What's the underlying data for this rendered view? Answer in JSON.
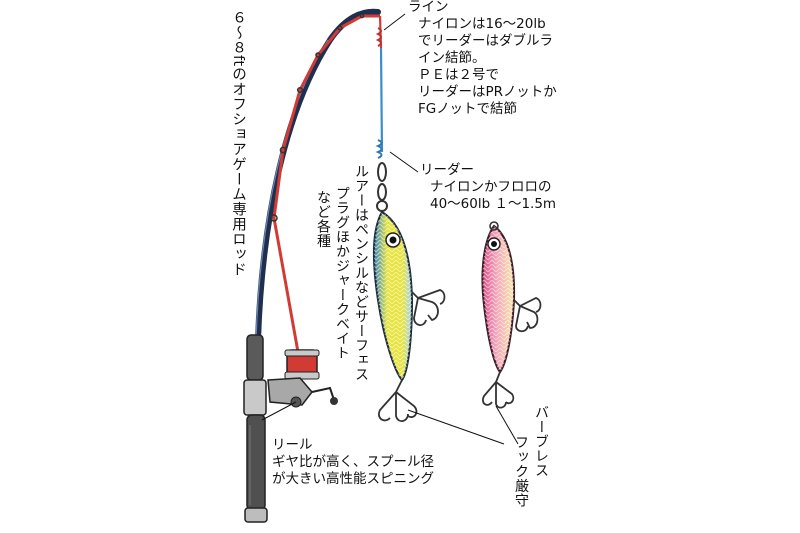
{
  "labels": {
    "rod": "６～８ftのオフショアゲーム専用ロッド",
    "line": {
      "title": "ライン",
      "nylon_1": "ナイロンは16～20lb",
      "nylon_2": "でリーダーはダブルラ",
      "nylon_3": "イン結節。",
      "pe_1": "ＰＥは２号で",
      "pe_2": "リーダーはPRノットか",
      "pe_3": "FGノットで結節"
    },
    "leader": {
      "title": "リーダー",
      "line1": "ナイロンかフロロの",
      "line2": "40～60lb １～1.5m"
    },
    "lure": {
      "line1": "ルアーはペンシルなどサーフェス",
      "line2": "プラグほかジャークベイト",
      "line3": "など各種"
    },
    "reel": {
      "title": "リール",
      "line1": "ギヤ比が高く、スプール径",
      "line2": "が大きい高性能スピニング"
    },
    "hook": {
      "line1": "バーブレス",
      "line2": "フック厳守"
    }
  },
  "colors": {
    "rod_blank": "#1f2f4f",
    "rod_guide_line": "#c8322c",
    "fishing_line": "#d23a34",
    "leader": "#3a8fc9",
    "reel_metal": "#a8a8a8",
    "grip": "#5a5a5a",
    "lure1_back": "#2d7fc1",
    "lure1_body": "#e6e33a",
    "lure2_back": "#e0457f",
    "lure2_body": "#f7e9a8"
  }
}
